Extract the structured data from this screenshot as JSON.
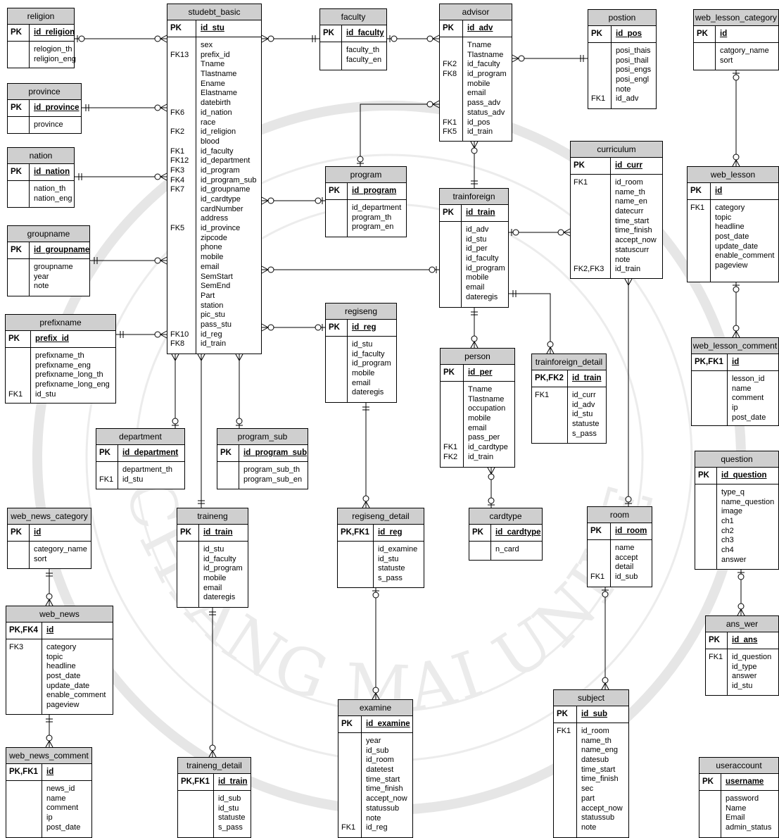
{
  "watermark": {
    "ring_text": "CHIANG MAI UNIVERSITY",
    "color": "#e6e6e6"
  },
  "tables": [
    {
      "name": "religion",
      "pk": {
        "key": "PK",
        "field": "id_religion"
      },
      "rows": [
        {
          "key": "",
          "field": "relogion_th"
        },
        {
          "key": "",
          "field": "religion_eng"
        }
      ]
    },
    {
      "name": "province",
      "pk": {
        "key": "PK",
        "field": "id_province"
      },
      "rows": [
        {
          "key": "",
          "field": "province"
        }
      ]
    },
    {
      "name": "nation",
      "pk": {
        "key": "PK",
        "field": "id_nation"
      },
      "rows": [
        {
          "key": "",
          "field": "nation_th"
        },
        {
          "key": "",
          "field": "nation_eng"
        }
      ]
    },
    {
      "name": "groupname",
      "pk": {
        "key": "PK",
        "field": "id_groupname"
      },
      "rows": [
        {
          "key": "",
          "field": "groupname"
        },
        {
          "key": "",
          "field": "year"
        },
        {
          "key": "",
          "field": "note"
        }
      ]
    },
    {
      "name": "prefixname",
      "pk": {
        "key": "PK",
        "field": "prefix_id"
      },
      "rows": [
        {
          "key": "",
          "field": "prefixname_th"
        },
        {
          "key": "",
          "field": "prefixname_eng"
        },
        {
          "key": "",
          "field": "prefixname_long_th"
        },
        {
          "key": "",
          "field": "prefixname_long_eng"
        },
        {
          "key": "FK1",
          "field": "id_stu"
        }
      ]
    },
    {
      "name": "studebt_basic",
      "pk": {
        "key": "PK",
        "field": "id_stu"
      },
      "rows": [
        {
          "key": "",
          "field": "sex"
        },
        {
          "key": "FK13",
          "field": "prefix_id"
        },
        {
          "key": "",
          "field": "Tname"
        },
        {
          "key": "",
          "field": "Tlastname"
        },
        {
          "key": "",
          "field": "Ename"
        },
        {
          "key": "",
          "field": "Elastname"
        },
        {
          "key": "",
          "field": "datebirth"
        },
        {
          "key": "FK6",
          "field": "id_nation"
        },
        {
          "key": "",
          "field": "race"
        },
        {
          "key": "FK2",
          "field": "id_religion"
        },
        {
          "key": "",
          "field": "blood"
        },
        {
          "key": "FK1",
          "field": "id_faculty"
        },
        {
          "key": "FK12",
          "field": "id_department"
        },
        {
          "key": "FK3",
          "field": "id_program"
        },
        {
          "key": "FK4",
          "field": "id_program_sub"
        },
        {
          "key": "FK7",
          "field": "id_groupname"
        },
        {
          "key": "",
          "field": "id_cardtype"
        },
        {
          "key": "",
          "field": "cardNumber"
        },
        {
          "key": "",
          "field": "address"
        },
        {
          "key": "FK5",
          "field": "id_province"
        },
        {
          "key": "",
          "field": "zipcode"
        },
        {
          "key": "",
          "field": "phone"
        },
        {
          "key": "",
          "field": "mobile"
        },
        {
          "key": "",
          "field": "email"
        },
        {
          "key": "",
          "field": "SemStart"
        },
        {
          "key": "",
          "field": "SemEnd"
        },
        {
          "key": "",
          "field": "Part"
        },
        {
          "key": "",
          "field": "station"
        },
        {
          "key": "",
          "field": "pic_stu"
        },
        {
          "key": "",
          "field": "pass_stu"
        },
        {
          "key": "FK10",
          "field": "id_reg"
        },
        {
          "key": "FK8",
          "field": "id_train"
        }
      ]
    },
    {
      "name": "faculty",
      "pk": {
        "key": "PK",
        "field": "id_faculty"
      },
      "rows": [
        {
          "key": "",
          "field": "faculty_th"
        },
        {
          "key": "",
          "field": "faculty_en"
        }
      ]
    },
    {
      "name": "advisor",
      "pk": {
        "key": "PK",
        "field": "id_adv"
      },
      "rows": [
        {
          "key": "",
          "field": "Tname"
        },
        {
          "key": "",
          "field": "Tlastname"
        },
        {
          "key": "FK2",
          "field": "id_faculty"
        },
        {
          "key": "FK8",
          "field": "id_program"
        },
        {
          "key": "",
          "field": "mobile"
        },
        {
          "key": "",
          "field": "email"
        },
        {
          "key": "",
          "field": "pass_adv"
        },
        {
          "key": "",
          "field": "status_adv"
        },
        {
          "key": "FK1",
          "field": "id_pos"
        },
        {
          "key": "FK5",
          "field": "id_train"
        }
      ]
    },
    {
      "name": "postion",
      "pk": {
        "key": "PK",
        "field": "id_pos"
      },
      "rows": [
        {
          "key": "",
          "field": "posi_thais"
        },
        {
          "key": "",
          "field": "posi_thail"
        },
        {
          "key": "",
          "field": "posi_engs"
        },
        {
          "key": "",
          "field": "posi_engl"
        },
        {
          "key": "",
          "field": "note"
        },
        {
          "key": "FK1",
          "field": "id_adv"
        }
      ]
    },
    {
      "name": "web_lesson_category",
      "pk": {
        "key": "PK",
        "field": "id"
      },
      "rows": [
        {
          "key": "",
          "field": "catgory_name"
        },
        {
          "key": "",
          "field": "sort"
        }
      ]
    },
    {
      "name": "program",
      "pk": {
        "key": "PK",
        "field": "id_program"
      },
      "rows": [
        {
          "key": "",
          "field": "id_department"
        },
        {
          "key": "",
          "field": "program_th"
        },
        {
          "key": "",
          "field": "program_en"
        }
      ]
    },
    {
      "name": "trainforeign",
      "pk": {
        "key": "PK",
        "field": "id_train"
      },
      "rows": [
        {
          "key": "",
          "field": "id_adv"
        },
        {
          "key": "",
          "field": "id_stu"
        },
        {
          "key": "",
          "field": "id_per"
        },
        {
          "key": "",
          "field": "id_faculty"
        },
        {
          "key": "",
          "field": "id_program"
        },
        {
          "key": "",
          "field": "mobile"
        },
        {
          "key": "",
          "field": "email"
        },
        {
          "key": "",
          "field": "dateregis"
        }
      ]
    },
    {
      "name": "curriculum",
      "pk": {
        "key": "PK",
        "field": "id_curr"
      },
      "rows": [
        {
          "key": "FK1",
          "field": "id_room"
        },
        {
          "key": "",
          "field": "name_th"
        },
        {
          "key": "",
          "field": "name_en"
        },
        {
          "key": "",
          "field": "datecurr"
        },
        {
          "key": "",
          "field": "time_start"
        },
        {
          "key": "",
          "field": "time_finish"
        },
        {
          "key": "",
          "field": "accept_now"
        },
        {
          "key": "",
          "field": "statuscurr"
        },
        {
          "key": "",
          "field": "note"
        },
        {
          "key": "FK2,FK3",
          "field": "id_train"
        }
      ]
    },
    {
      "name": "web_lesson",
      "pk": {
        "key": "PK",
        "field": "id"
      },
      "rows": [
        {
          "key": "FK1",
          "field": "category"
        },
        {
          "key": "",
          "field": "topic"
        },
        {
          "key": "",
          "field": "headline"
        },
        {
          "key": "",
          "field": "post_date"
        },
        {
          "key": "",
          "field": "update_date"
        },
        {
          "key": "",
          "field": "enable_comment"
        },
        {
          "key": "",
          "field": "pageview"
        }
      ]
    },
    {
      "name": "regiseng",
      "pk": {
        "key": "PK",
        "field": "id_reg"
      },
      "rows": [
        {
          "key": "",
          "field": "id_stu"
        },
        {
          "key": "",
          "field": "id_faculty"
        },
        {
          "key": "",
          "field": "id_program"
        },
        {
          "key": "",
          "field": "mobile"
        },
        {
          "key": "",
          "field": "email"
        },
        {
          "key": "",
          "field": "dateregis"
        }
      ]
    },
    {
      "name": "person",
      "pk": {
        "key": "PK",
        "field": "id_per"
      },
      "rows": [
        {
          "key": "",
          "field": "Tname"
        },
        {
          "key": "",
          "field": "Tlastname"
        },
        {
          "key": "",
          "field": "occupation"
        },
        {
          "key": "",
          "field": "mobile"
        },
        {
          "key": "",
          "field": "email"
        },
        {
          "key": "",
          "field": "pass_per"
        },
        {
          "key": "FK1",
          "field": "id_cardtype"
        },
        {
          "key": "FK2",
          "field": "id_train"
        }
      ]
    },
    {
      "name": "trainforeign_detail",
      "pk": {
        "key": "PK,FK2",
        "field": "id_train"
      },
      "rows": [
        {
          "key": "FK1",
          "field": "id_curr"
        },
        {
          "key": "",
          "field": "id_adv"
        },
        {
          "key": "",
          "field": "id_stu"
        },
        {
          "key": "",
          "field": "statuste"
        },
        {
          "key": "",
          "field": "s_pass"
        }
      ]
    },
    {
      "name": "web_lesson_comment",
      "pk": {
        "key": "PK,FK1",
        "field": "id"
      },
      "rows": [
        {
          "key": "",
          "field": "lesson_id"
        },
        {
          "key": "",
          "field": "name"
        },
        {
          "key": "",
          "field": "comment"
        },
        {
          "key": "",
          "field": "ip"
        },
        {
          "key": "",
          "field": "post_date"
        }
      ]
    },
    {
      "name": "department",
      "pk": {
        "key": "PK",
        "field": "id_department"
      },
      "rows": [
        {
          "key": "",
          "field": "department_th"
        },
        {
          "key": "FK1",
          "field": "id_stu"
        }
      ]
    },
    {
      "name": "program_sub",
      "pk": {
        "key": "PK",
        "field": "id_program_sub"
      },
      "rows": [
        {
          "key": "",
          "field": "program_sub_th"
        },
        {
          "key": "",
          "field": "program_sub_en"
        }
      ]
    },
    {
      "name": "question",
      "pk": {
        "key": "PK",
        "field": "id_question"
      },
      "rows": [
        {
          "key": "",
          "field": "type_q"
        },
        {
          "key": "",
          "field": "name_question"
        },
        {
          "key": "",
          "field": "image"
        },
        {
          "key": "",
          "field": "ch1"
        },
        {
          "key": "",
          "field": "ch2"
        },
        {
          "key": "",
          "field": "ch3"
        },
        {
          "key": "",
          "field": "ch4"
        },
        {
          "key": "",
          "field": "answer"
        }
      ]
    },
    {
      "name": "web_news_category",
      "pk": {
        "key": "PK",
        "field": "id"
      },
      "rows": [
        {
          "key": "",
          "field": "category_name"
        },
        {
          "key": "",
          "field": "sort"
        }
      ]
    },
    {
      "name": "traineng",
      "pk": {
        "key": "PK",
        "field": "id_train"
      },
      "rows": [
        {
          "key": "",
          "field": "id_stu"
        },
        {
          "key": "",
          "field": "id_faculty"
        },
        {
          "key": "",
          "field": "id_program"
        },
        {
          "key": "",
          "field": "mobile"
        },
        {
          "key": "",
          "field": "email"
        },
        {
          "key": "",
          "field": "dateregis"
        }
      ]
    },
    {
      "name": "regiseng_detail",
      "pk": {
        "key": "PK,FK1",
        "field": "id_reg"
      },
      "rows": [
        {
          "key": "",
          "field": "id_examine"
        },
        {
          "key": "",
          "field": "id_stu"
        },
        {
          "key": "",
          "field": "statuste"
        },
        {
          "key": "",
          "field": "s_pass"
        }
      ]
    },
    {
      "name": "cardtype",
      "pk": {
        "key": "PK",
        "field": "id_cardtype"
      },
      "rows": [
        {
          "key": "",
          "field": "n_card"
        }
      ]
    },
    {
      "name": "room",
      "pk": {
        "key": "PK",
        "field": "id_room"
      },
      "rows": [
        {
          "key": "",
          "field": "name"
        },
        {
          "key": "",
          "field": "accept"
        },
        {
          "key": "",
          "field": "detail"
        },
        {
          "key": "FK1",
          "field": "id_sub"
        }
      ]
    },
    {
      "name": "web_news",
      "pk": {
        "key": "PK,FK4",
        "field": "id"
      },
      "rows": [
        {
          "key": "FK3",
          "field": "category"
        },
        {
          "key": "",
          "field": "topic"
        },
        {
          "key": "",
          "field": "headline"
        },
        {
          "key": "",
          "field": "post_date"
        },
        {
          "key": "",
          "field": "update_date"
        },
        {
          "key": "",
          "field": "enable_comment"
        },
        {
          "key": "",
          "field": "pageview"
        }
      ]
    },
    {
      "name": "ans_wer",
      "pk": {
        "key": "PK",
        "field": "id_ans"
      },
      "rows": [
        {
          "key": "FK1",
          "field": "id_question"
        },
        {
          "key": "",
          "field": "id_type"
        },
        {
          "key": "",
          "field": "answer"
        },
        {
          "key": "",
          "field": "id_stu"
        }
      ]
    },
    {
      "name": "examine",
      "pk": {
        "key": "PK",
        "field": "id_examine"
      },
      "rows": [
        {
          "key": "",
          "field": "year"
        },
        {
          "key": "",
          "field": "id_sub"
        },
        {
          "key": "",
          "field": "id_room"
        },
        {
          "key": "",
          "field": "datetest"
        },
        {
          "key": "",
          "field": "time_start"
        },
        {
          "key": "",
          "field": "time_finish"
        },
        {
          "key": "",
          "field": "accept_now"
        },
        {
          "key": "",
          "field": "statussub"
        },
        {
          "key": "",
          "field": "note"
        },
        {
          "key": "FK1",
          "field": "id_reg"
        }
      ]
    },
    {
      "name": "subject",
      "pk": {
        "key": "PK",
        "field": "id_sub"
      },
      "rows": [
        {
          "key": "FK1",
          "field": "id_room"
        },
        {
          "key": "",
          "field": "name_th"
        },
        {
          "key": "",
          "field": "name_eng"
        },
        {
          "key": "",
          "field": "datesub"
        },
        {
          "key": "",
          "field": "time_start"
        },
        {
          "key": "",
          "field": "time_finish"
        },
        {
          "key": "",
          "field": "sec"
        },
        {
          "key": "",
          "field": "part"
        },
        {
          "key": "",
          "field": "accept_now"
        },
        {
          "key": "",
          "field": "statussub"
        },
        {
          "key": "",
          "field": "note"
        }
      ]
    },
    {
      "name": "web_news_comment",
      "pk": {
        "key": "PK,FK1",
        "field": "id"
      },
      "rows": [
        {
          "key": "",
          "field": "news_id"
        },
        {
          "key": "",
          "field": "name"
        },
        {
          "key": "",
          "field": "comment"
        },
        {
          "key": "",
          "field": "ip"
        },
        {
          "key": "",
          "field": "post_date"
        }
      ]
    },
    {
      "name": "traineng_detail",
      "pk": {
        "key": "PK,FK1",
        "field": "id_train"
      },
      "rows": [
        {
          "key": "",
          "field": "id_sub"
        },
        {
          "key": "",
          "field": "id_stu"
        },
        {
          "key": "",
          "field": "statuste"
        },
        {
          "key": "",
          "field": "s_pass"
        }
      ]
    },
    {
      "name": "useraccount",
      "pk": {
        "key": "PK",
        "field": "username"
      },
      "rows": [
        {
          "key": "",
          "field": "password"
        },
        {
          "key": "",
          "field": "Name"
        },
        {
          "key": "",
          "field": "Email"
        },
        {
          "key": "",
          "field": "admin_status"
        }
      ]
    }
  ]
}
